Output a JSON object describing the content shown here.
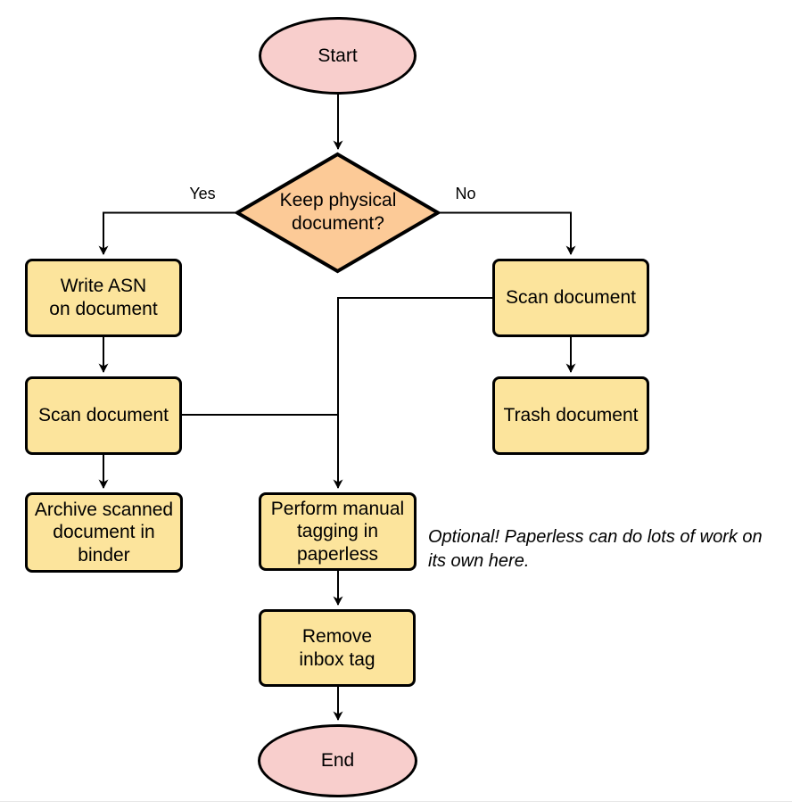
{
  "diagram": {
    "colors": {
      "terminal_fill": "#f8cecc",
      "decision_fill": "#fcca97",
      "process_fill": "#fce49c",
      "stroke": "#000000"
    },
    "nodes": {
      "start": {
        "type": "terminal",
        "label": "Start"
      },
      "decision": {
        "type": "decision",
        "label": "Keep physical\ndocument?"
      },
      "write_asn": {
        "type": "process",
        "label": "Write ASN\non document"
      },
      "scan_left": {
        "type": "process",
        "label": "Scan document"
      },
      "archive": {
        "type": "process",
        "label": "Archive scanned\ndocument in\nbinder"
      },
      "scan_right": {
        "type": "process",
        "label": "Scan document"
      },
      "trash": {
        "type": "process",
        "label": "Trash document"
      },
      "tagging": {
        "type": "process",
        "label": "Perform manual\ntagging in\npaperless"
      },
      "remove_inbox": {
        "type": "process",
        "label": "Remove\ninbox tag"
      },
      "end": {
        "type": "terminal",
        "label": "End"
      }
    },
    "edge_labels": {
      "yes": "Yes",
      "no": "No"
    },
    "edges": [
      {
        "from": "start",
        "to": "decision",
        "label": ""
      },
      {
        "from": "decision",
        "to": "write_asn",
        "label": "Yes"
      },
      {
        "from": "decision",
        "to": "scan_right",
        "label": "No"
      },
      {
        "from": "write_asn",
        "to": "scan_left",
        "label": ""
      },
      {
        "from": "scan_left",
        "to": "archive",
        "label": ""
      },
      {
        "from": "scan_left",
        "to": "tagging",
        "label": ""
      },
      {
        "from": "scan_right",
        "to": "trash",
        "label": ""
      },
      {
        "from": "scan_right",
        "to": "tagging",
        "label": ""
      },
      {
        "from": "tagging",
        "to": "remove_inbox",
        "label": ""
      },
      {
        "from": "remove_inbox",
        "to": "end",
        "label": ""
      }
    ],
    "note": "Optional! Paperless can do lots of work on\nits own here."
  }
}
